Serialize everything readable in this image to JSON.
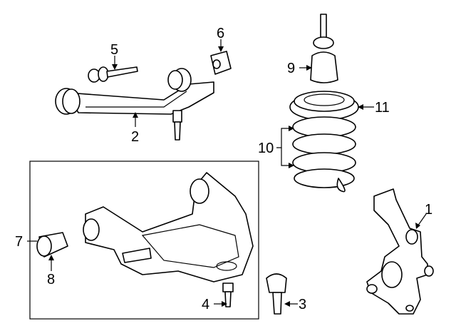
{
  "diagram": {
    "callouts": {
      "c1": "1",
      "c2": "2",
      "c3": "3",
      "c4": "4",
      "c5": "5",
      "c6": "6",
      "c7": "7",
      "c8": "8",
      "c9": "9",
      "c10": "10",
      "c11": "11"
    },
    "colors": {
      "line": "#000000",
      "background": "#ffffff"
    }
  }
}
